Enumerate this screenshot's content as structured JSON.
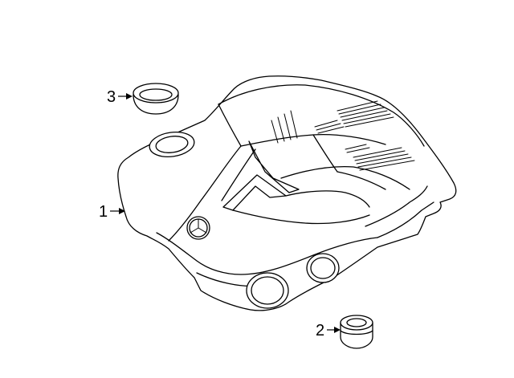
{
  "callouts": [
    {
      "number": "1",
      "part": "engine-cover"
    },
    {
      "number": "2",
      "part": "grommet"
    },
    {
      "number": "3",
      "part": "cap"
    }
  ],
  "colors": {
    "line": "#000000",
    "background": "#ffffff"
  }
}
